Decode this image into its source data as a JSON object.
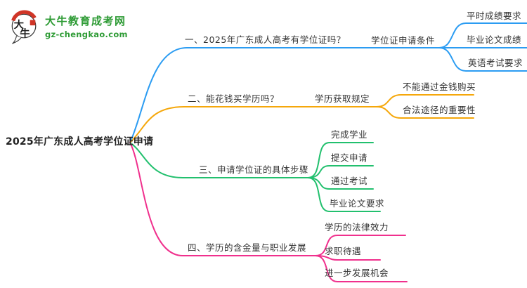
{
  "logo": {
    "brand_name": "大牛教育成考网",
    "brand_domain": "gz-chengkao.com",
    "badge_char_top": "大",
    "badge_char_bottom": "牛",
    "brand_color": "#2e9b35",
    "badge_red": "#d03527"
  },
  "mindmap": {
    "root": "2025年广东成人高考学位证申请",
    "branches": [
      {
        "label": "一、2025年广东成人高考有学位证吗？",
        "color": "#2b9cf2",
        "sub": "学位证申请条件",
        "leaves": [
          "平时成绩要求",
          "毕业论文成绩",
          "英语考试要求"
        ]
      },
      {
        "label": "二、能花钱买学历吗？",
        "color": "#f5a70a",
        "sub": "学历获取规定",
        "leaves": [
          "不能通过金钱购买",
          "合法途径的重要性"
        ]
      },
      {
        "label": "三、申请学位证的具体步骤",
        "color": "#22c06e",
        "leaves": [
          "完成学业",
          "提交申请",
          "通过考试",
          "毕业论文要求"
        ]
      },
      {
        "label": "四、学历的含金量与职业发展",
        "color": "#f0308d",
        "leaves": [
          "学历的法律效力",
          "求职待遇",
          "进一步发展机会"
        ]
      }
    ]
  }
}
